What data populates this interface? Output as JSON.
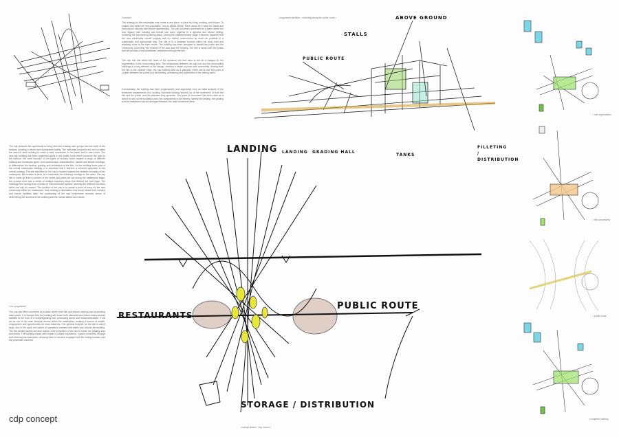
{
  "board": {
    "title": "cdp concept",
    "concept_heading": "Concept •",
    "concept_text": "The strategy for the masterplan was create a new place, a place for living, working, and leisure. To sustain and retain the new population, and to attract others, there would be a need for viable and harmonious industry and leisure opportunities. The site has been conceived as a place where the new legacy, both industry and leisure can come together in a dynamic and vibrant setting, enriching the surrounding fishing place. During the masterplanning stage it became apparent that the new community should engage with it's marine environment as much as possible in a sustainable and appropriate way. The site is in a strategic location within the local area and relatively close to the town centre. The building has been designed to benefit the public and the community, promoting the renewal of the land and the industry. The site is linked with the public and will provide a new pedestrian connection through the site.",
    "concept_text_2": "The cdp hub sits within the heart of the industrial site and aims to act as a catalyst for the regeneration of the surrounding area. The relationship between the cdp hub and the surrounding buildings is a key element of the design, creating a sense of place and community. Moving from the site to the harbour edge, the cdp building acts as a gateway, which will be the first point of contact between the public and the landing, processing and distribution of the fishing catch.",
    "concept_text_3": "Conceptually, the building has been progressively and organically from an initial analysis of the functional requirements of a working industrial building formed out of the movement of both the fish and the public, and the activities they generate. The types of movement has been used as a device to set out the building's plan; the components to the fishery, namely the landing, the grading and the distribution are all arranged between the main movement lines.",
    "sketch_caption": "progressive facilities - unfolding along the public route •",
    "left_text": "The cdp presents the opportunity to bring new and existing user groups into the heart of the harbour, creating a vibrant and sustainable facility. The individual footprints are set to enable the users in each building to make a clear connection to the water and to each other. The new cdp building has been organised along a new public route which connects the town to the harbour. We were focused on the types of industry which require a range of different building and landscape types, from warehouses, administration, market and leisure buildings, to differentiate the landing, grading and distribution of the fish. As the building forms part of the overall masterplan strategy, it is important that it delivers a coherent approach to the overall strategy. The site identified for the cdp is located towards the western boundary of the masterplan, the location is ideal, as it maximises the building's frontage to the water. The cdp site is made up from a number of the routes and paths set out during the masterplan stage; the concept here was a series of multiple trajectory strips that defined the built edge. The buildings then sprang from a series of interconnected spaces, allowing the different functions within the cdp to connect. The position of the cdp is to create a point of focus for the new community within the masterplan, thus creating a destination that would attract both industry and leisure facilities alike; the positioning of the cdp furthermore ensures sense of determining the success of the building and the overall district as a whole.",
    "prog_heading": "• the programme",
    "prog_text": "The cdp has been conceived as a place where both fish and leisure working and processing takes place. It is thought that the building will house both industrial and leisure-based shared facilities in the form of a market/grading hall, processing areas and restaurants/cafes. It will act as one of the main financial drivers within the masterplan, creating a source of wealth, employment and opportunities for local residents. The general footprint for the site is rather large, due to the scale and nature of operations needed both within and outside the building. The fish landing facility will also require a fair proportion of the site to house the grading area and lorries. The building should offer visitors a unique experience, a place of interest, through both learning and education, allowing them to become engaged with the fishing industry and the processes involved.",
    "concept_caption": "concept sketch - key moves •",
    "labels": {
      "landing_top": "LANDING",
      "restaurants": "RESTAURANTS",
      "public_route": "PUBLIC ROUTE",
      "storage": "STORAGE / DISTRIBUTION",
      "public_route_small": "PUBLIC ROUTE",
      "stalls": "STALLS",
      "above_ground": "ABOVE GROUND",
      "landing_small": "LANDING",
      "grading_hall": "GRADING HALL",
      "tanks": "TANKS",
      "filleting": "FILLETING / DISTRIBUTION"
    },
    "diagram_captions": [
      "• site organisation",
      "• fish processing",
      "• public route",
      "• complete building"
    ]
  }
}
